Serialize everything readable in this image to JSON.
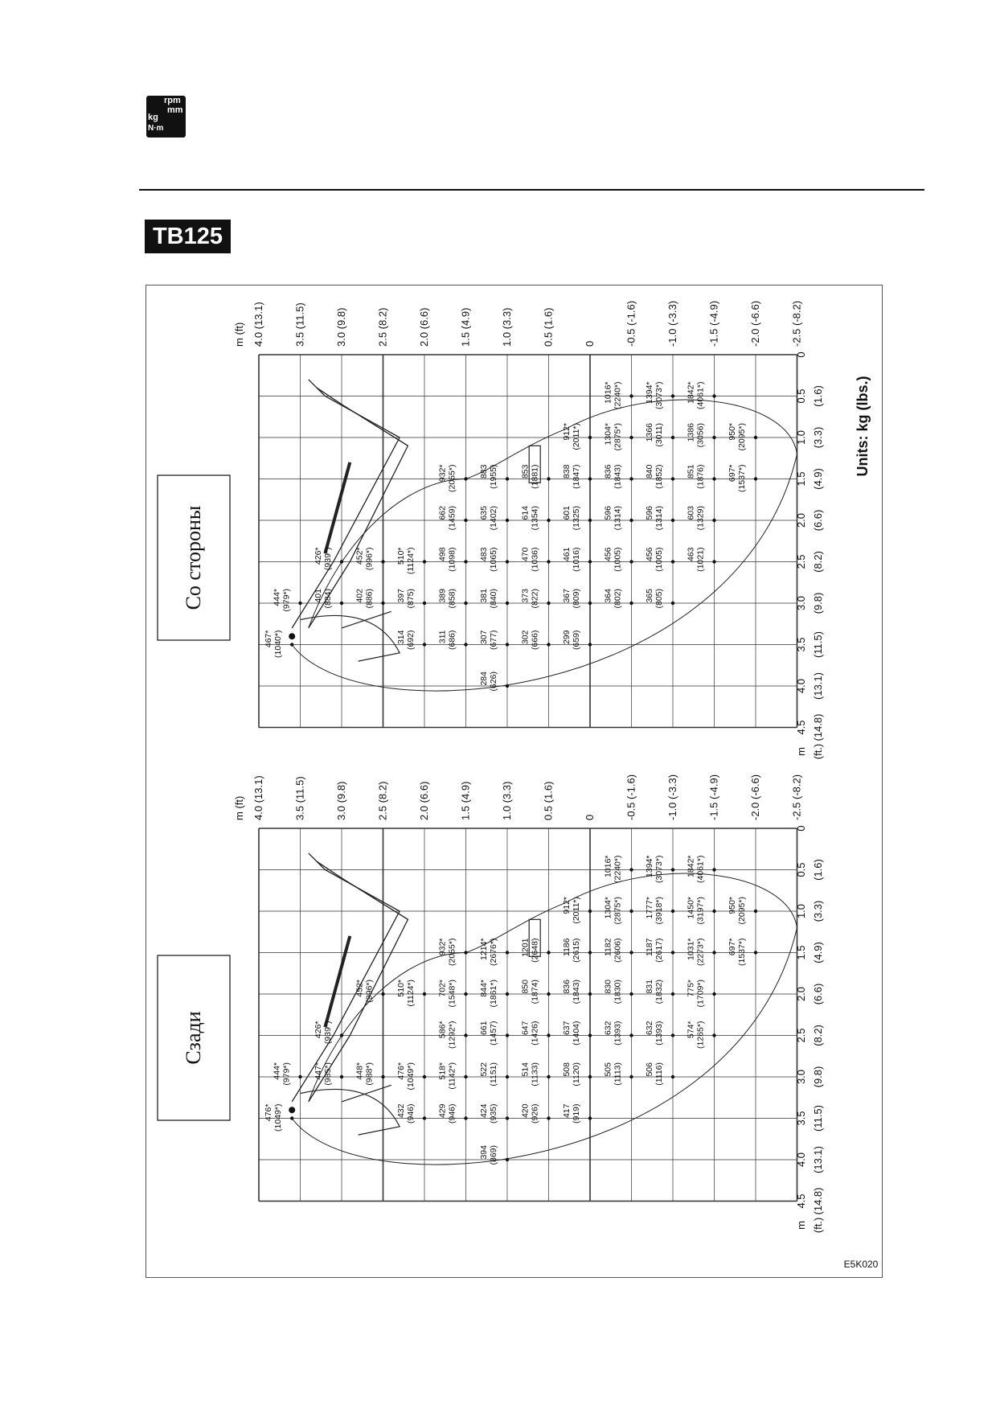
{
  "header": {
    "icon_labels": [
      "rpm",
      "mm",
      "kg",
      "N·m"
    ],
    "model": "TB125"
  },
  "units_label": "Units: kg (lbs.)",
  "figure_code": "E5K020",
  "axes": {
    "height_unit_label": "m  (ft)",
    "height_ticks": [
      {
        "m": "4.0",
        "ft": "(13.1)"
      },
      {
        "m": "3.5",
        "ft": "(11.5)"
      },
      {
        "m": "3.0",
        "ft": "(9.8)"
      },
      {
        "m": "2.5",
        "ft": "(8.2)"
      },
      {
        "m": "2.0",
        "ft": "(6.6)"
      },
      {
        "m": "1.5",
        "ft": "(4.9)"
      },
      {
        "m": "1.0",
        "ft": "(3.3)"
      },
      {
        "m": "0.5",
        "ft": "(1.6)"
      },
      {
        "m": "0",
        "ft": ""
      },
      {
        "m": "-0.5",
        "ft": "(-1.6)"
      },
      {
        "m": "-1.0",
        "ft": "(-3.3)"
      },
      {
        "m": "-1.5",
        "ft": "(-4.9)"
      },
      {
        "m": "-2.0",
        "ft": "(-6.6)"
      },
      {
        "m": "-2.5",
        "ft": "(-8.2)"
      }
    ],
    "radius_unit_m": "m",
    "radius_unit_ft": "(ft.)",
    "radius_ticks": [
      {
        "m": "0",
        "ft": ""
      },
      {
        "m": "0.5",
        "ft": "(1.6)"
      },
      {
        "m": "1.0",
        "ft": "(3.3)"
      },
      {
        "m": "1.5",
        "ft": "(4.9)"
      },
      {
        "m": "2.0",
        "ft": "(6.6)"
      },
      {
        "m": "2.5",
        "ft": "(8.2)"
      },
      {
        "m": "3.0",
        "ft": "(9.8)"
      },
      {
        "m": "3.5",
        "ft": "(11.5)"
      },
      {
        "m": "4.0",
        "ft": "(13.1)"
      },
      {
        "m": "4.5",
        "ft": "(14.8)"
      }
    ]
  },
  "charts": [
    {
      "title": "Со стороны",
      "points": [
        {
          "r": 3.5,
          "h": 3.6,
          "v": "467*",
          "s": "(1040*)"
        },
        {
          "r": 3.0,
          "h": 3.5,
          "v": "444*",
          "s": "(979*)"
        },
        {
          "r": 2.5,
          "h": 3.0,
          "v": "426*",
          "s": "(939*)"
        },
        {
          "r": 2.5,
          "h": 2.5,
          "v": "452*",
          "s": "(996*)"
        },
        {
          "r": 2.5,
          "h": 2.0,
          "v": "510*",
          "s": "(1124*)"
        },
        {
          "r": 2.0,
          "h": 1.5,
          "v": "662",
          "s": "(1459)"
        },
        {
          "r": 1.5,
          "h": 1.5,
          "v": "932*",
          "s": "(2055*)"
        },
        {
          "r": 1.5,
          "h": 1.0,
          "v": "883",
          "s": "(1955)"
        },
        {
          "r": 1.5,
          "h": 0.5,
          "v": "853",
          "s": "(1881)"
        },
        {
          "r": 2.0,
          "h": 1.0,
          "v": "635",
          "s": "(1402)"
        },
        {
          "r": 2.0,
          "h": 0.5,
          "v": "614",
          "s": "(1354)"
        },
        {
          "r": 2.5,
          "h": 1.5,
          "v": "498",
          "s": "(1098)"
        },
        {
          "r": 2.5,
          "h": 1.0,
          "v": "483",
          "s": "(1065)"
        },
        {
          "r": 2.5,
          "h": 0.5,
          "v": "470",
          "s": "(1036)"
        },
        {
          "r": 3.0,
          "h": 3.0,
          "v": "401",
          "s": "(884)"
        },
        {
          "r": 3.0,
          "h": 2.5,
          "v": "402",
          "s": "(886)"
        },
        {
          "r": 3.0,
          "h": 2.0,
          "v": "397",
          "s": "(875)"
        },
        {
          "r": 3.0,
          "h": 1.5,
          "v": "389",
          "s": "(858)"
        },
        {
          "r": 3.0,
          "h": 1.0,
          "v": "381",
          "s": "(840)"
        },
        {
          "r": 3.0,
          "h": 0.5,
          "v": "373",
          "s": "(822)"
        },
        {
          "r": 3.5,
          "h": 2.0,
          "v": "314",
          "s": "(692)"
        },
        {
          "r": 3.5,
          "h": 1.5,
          "v": "311",
          "s": "(686)"
        },
        {
          "r": 3.5,
          "h": 1.0,
          "v": "307",
          "s": "(677)"
        },
        {
          "r": 3.5,
          "h": 0.5,
          "v": "302",
          "s": "(666)"
        },
        {
          "r": 4.0,
          "h": 1.0,
          "v": "284",
          "s": "(626)"
        },
        {
          "r": 1.0,
          "h": 0.0,
          "v": "912*",
          "s": "(2011*)"
        },
        {
          "r": 1.5,
          "h": 0.0,
          "v": "838",
          "s": "(1847)"
        },
        {
          "r": 2.0,
          "h": 0.0,
          "v": "601",
          "s": "(1325)"
        },
        {
          "r": 2.5,
          "h": 0.0,
          "v": "461",
          "s": "(1016)"
        },
        {
          "r": 3.0,
          "h": 0.0,
          "v": "367",
          "s": "(809)"
        },
        {
          "r": 3.5,
          "h": 0.0,
          "v": "299",
          "s": "(659)"
        },
        {
          "r": 0.5,
          "h": -0.5,
          "v": "1016*",
          "s": "(2240*)"
        },
        {
          "r": 1.0,
          "h": -0.5,
          "v": "1304*",
          "s": "(2875*)"
        },
        {
          "r": 1.5,
          "h": -0.5,
          "v": "836",
          "s": "(1843)"
        },
        {
          "r": 2.0,
          "h": -0.5,
          "v": "596",
          "s": "(1314)"
        },
        {
          "r": 2.5,
          "h": -0.5,
          "v": "456",
          "s": "(1005)"
        },
        {
          "r": 3.0,
          "h": -0.5,
          "v": "364",
          "s": "(802)"
        },
        {
          "r": 0.5,
          "h": -1.0,
          "v": "1394*",
          "s": "(3073*)"
        },
        {
          "r": 1.0,
          "h": -1.0,
          "v": "1366",
          "s": "(3011)"
        },
        {
          "r": 1.5,
          "h": -1.0,
          "v": "840",
          "s": "(1852)"
        },
        {
          "r": 2.0,
          "h": -1.0,
          "v": "596",
          "s": "(1314)"
        },
        {
          "r": 2.5,
          "h": -1.0,
          "v": "456",
          "s": "(1005)"
        },
        {
          "r": 3.0,
          "h": -1.0,
          "v": "365",
          "s": "(805)"
        },
        {
          "r": 0.5,
          "h": -1.5,
          "v": "1842*",
          "s": "(4061*)"
        },
        {
          "r": 1.0,
          "h": -1.5,
          "v": "1386",
          "s": "(3056)"
        },
        {
          "r": 1.5,
          "h": -1.5,
          "v": "851",
          "s": "(1876)"
        },
        {
          "r": 2.0,
          "h": -1.5,
          "v": "603",
          "s": "(1329)"
        },
        {
          "r": 2.5,
          "h": -1.5,
          "v": "463",
          "s": "(1021)"
        },
        {
          "r": 1.0,
          "h": -2.0,
          "v": "950*",
          "s": "(2095*)"
        },
        {
          "r": 1.5,
          "h": -2.0,
          "v": "697*",
          "s": "(1537*)"
        }
      ]
    },
    {
      "title": "Сзади",
      "points": [
        {
          "r": 3.5,
          "h": 3.6,
          "v": "476*",
          "s": "(1049*)"
        },
        {
          "r": 3.0,
          "h": 3.5,
          "v": "444*",
          "s": "(979*)"
        },
        {
          "r": 2.5,
          "h": 3.0,
          "v": "426*",
          "s": "(939*)"
        },
        {
          "r": 2.0,
          "h": 2.5,
          "v": "452*",
          "s": "(996*)"
        },
        {
          "r": 2.0,
          "h": 2.0,
          "v": "510*",
          "s": "(1124*)"
        },
        {
          "r": 2.0,
          "h": 1.5,
          "v": "702*",
          "s": "(1548*)"
        },
        {
          "r": 1.5,
          "h": 1.5,
          "v": "932*",
          "s": "(2055*)"
        },
        {
          "r": 1.5,
          "h": 1.0,
          "v": "1214*",
          "s": "(2676*)"
        },
        {
          "r": 1.5,
          "h": 0.5,
          "v": "1201",
          "s": "(2648)"
        },
        {
          "r": 2.0,
          "h": 1.0,
          "v": "844*",
          "s": "(1861*)"
        },
        {
          "r": 2.0,
          "h": 0.5,
          "v": "850",
          "s": "(1874)"
        },
        {
          "r": 2.5,
          "h": 1.5,
          "v": "586*",
          "s": "(1292*)"
        },
        {
          "r": 2.5,
          "h": 1.0,
          "v": "661",
          "s": "(1457)"
        },
        {
          "r": 2.5,
          "h": 0.5,
          "v": "647",
          "s": "(1426)"
        },
        {
          "r": 3.0,
          "h": 3.0,
          "v": "447*",
          "s": "(985*)"
        },
        {
          "r": 3.0,
          "h": 2.5,
          "v": "448*",
          "s": "(988*)"
        },
        {
          "r": 3.0,
          "h": 2.0,
          "v": "476*",
          "s": "(1049*)"
        },
        {
          "r": 3.0,
          "h": 1.5,
          "v": "518*",
          "s": "(1142*)"
        },
        {
          "r": 3.0,
          "h": 1.0,
          "v": "522",
          "s": "(1151)"
        },
        {
          "r": 3.0,
          "h": 0.5,
          "v": "514",
          "s": "(1133)"
        },
        {
          "r": 3.5,
          "h": 2.0,
          "v": "432",
          "s": "(946)"
        },
        {
          "r": 3.5,
          "h": 1.5,
          "v": "429",
          "s": "(946)"
        },
        {
          "r": 3.5,
          "h": 1.0,
          "v": "424",
          "s": "(935)"
        },
        {
          "r": 3.5,
          "h": 0.5,
          "v": "420",
          "s": "(926)"
        },
        {
          "r": 4.0,
          "h": 1.0,
          "v": "394",
          "s": "(869)"
        },
        {
          "r": 1.0,
          "h": 0.0,
          "v": "912*",
          "s": "(2011*)"
        },
        {
          "r": 1.5,
          "h": 0.0,
          "v": "1186",
          "s": "(2615)"
        },
        {
          "r": 2.0,
          "h": 0.0,
          "v": "836",
          "s": "(1843)"
        },
        {
          "r": 2.5,
          "h": 0.0,
          "v": "637",
          "s": "(1404)"
        },
        {
          "r": 3.0,
          "h": 0.0,
          "v": "508",
          "s": "(1120)"
        },
        {
          "r": 3.5,
          "h": 0.0,
          "v": "417",
          "s": "(919)"
        },
        {
          "r": 0.5,
          "h": -0.5,
          "v": "1016*",
          "s": "(2240*)"
        },
        {
          "r": 1.0,
          "h": -0.5,
          "v": "1304*",
          "s": "(2875*)"
        },
        {
          "r": 1.5,
          "h": -0.5,
          "v": "1182",
          "s": "(2606)"
        },
        {
          "r": 2.0,
          "h": -0.5,
          "v": "830",
          "s": "(1830)"
        },
        {
          "r": 2.5,
          "h": -0.5,
          "v": "632",
          "s": "(1393)"
        },
        {
          "r": 3.0,
          "h": -0.5,
          "v": "505",
          "s": "(1113)"
        },
        {
          "r": 0.5,
          "h": -1.0,
          "v": "1394*",
          "s": "(3073*)"
        },
        {
          "r": 1.0,
          "h": -1.0,
          "v": "1777*",
          "s": "(3918*)"
        },
        {
          "r": 1.5,
          "h": -1.0,
          "v": "1187",
          "s": "(2617)"
        },
        {
          "r": 2.0,
          "h": -1.0,
          "v": "831",
          "s": "(1832)"
        },
        {
          "r": 2.5,
          "h": -1.0,
          "v": "632",
          "s": "(1393)"
        },
        {
          "r": 3.0,
          "h": -1.0,
          "v": "506",
          "s": "(1116)"
        },
        {
          "r": 0.5,
          "h": -1.5,
          "v": "1842*",
          "s": "(4061*)"
        },
        {
          "r": 1.0,
          "h": -1.5,
          "v": "1450*",
          "s": "(3197*)"
        },
        {
          "r": 1.5,
          "h": -1.5,
          "v": "1031*",
          "s": "(2273*)"
        },
        {
          "r": 2.0,
          "h": -1.5,
          "v": "775*",
          "s": "(1709*)"
        },
        {
          "r": 2.5,
          "h": -1.5,
          "v": "574*",
          "s": "(1265*)"
        },
        {
          "r": 1.0,
          "h": -2.0,
          "v": "950*",
          "s": "(2095*)"
        },
        {
          "r": 1.5,
          "h": -2.0,
          "v": "697*",
          "s": "(1537*)"
        }
      ]
    }
  ]
}
